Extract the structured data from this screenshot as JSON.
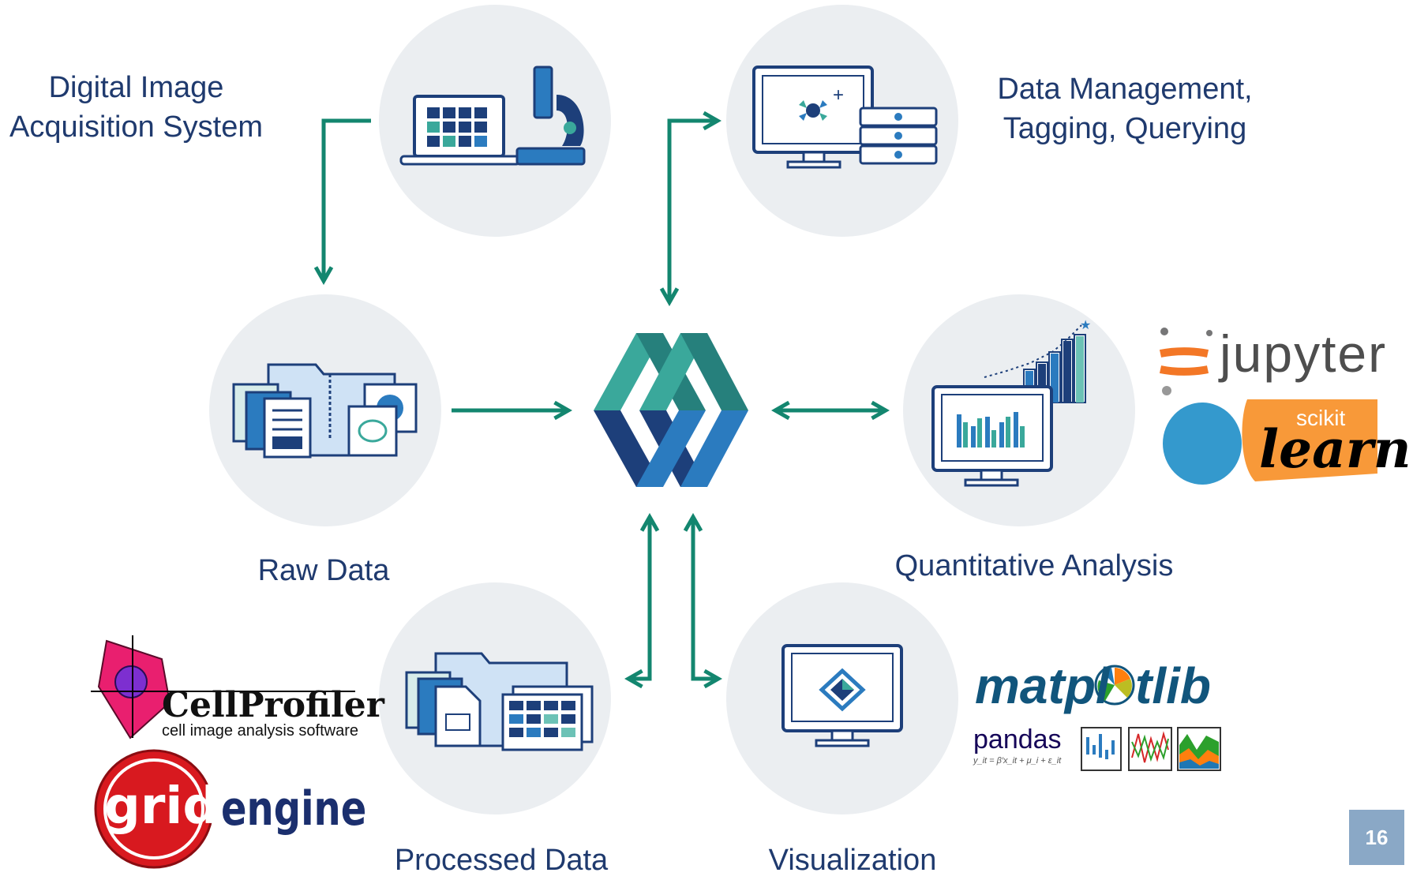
{
  "labels": {
    "acquisition_line1": "Digital Image",
    "acquisition_line2": "Acquisition System",
    "data_mgmt_line1": "Data Management,",
    "data_mgmt_line2": "Tagging, Querying",
    "raw_data": "Raw Data",
    "quantitative": "Quantitative Analysis",
    "processed": "Processed Data",
    "visualization": "Visualization"
  },
  "logos": {
    "jupyter": "jupyter",
    "scikit": "scikit",
    "learn": "learn",
    "matplotlib_left": "matpl",
    "matplotlib_right": "tlib",
    "pandas": "pandas",
    "pandas_formula": "y_it = β′x_it + μ_i + ε_it",
    "cellprofiler": "CellProfiler",
    "cellprofiler_sub": "cell image analysis software",
    "grid": "grid",
    "engine": "engine"
  },
  "page_number": "16",
  "colors": {
    "arrow": "#13866f",
    "circle": "#ebeef1",
    "navy": "#1f3a6e",
    "teal": "#3aa89b",
    "blue": "#2b7bbf",
    "dark_blue": "#1d3f7a"
  }
}
